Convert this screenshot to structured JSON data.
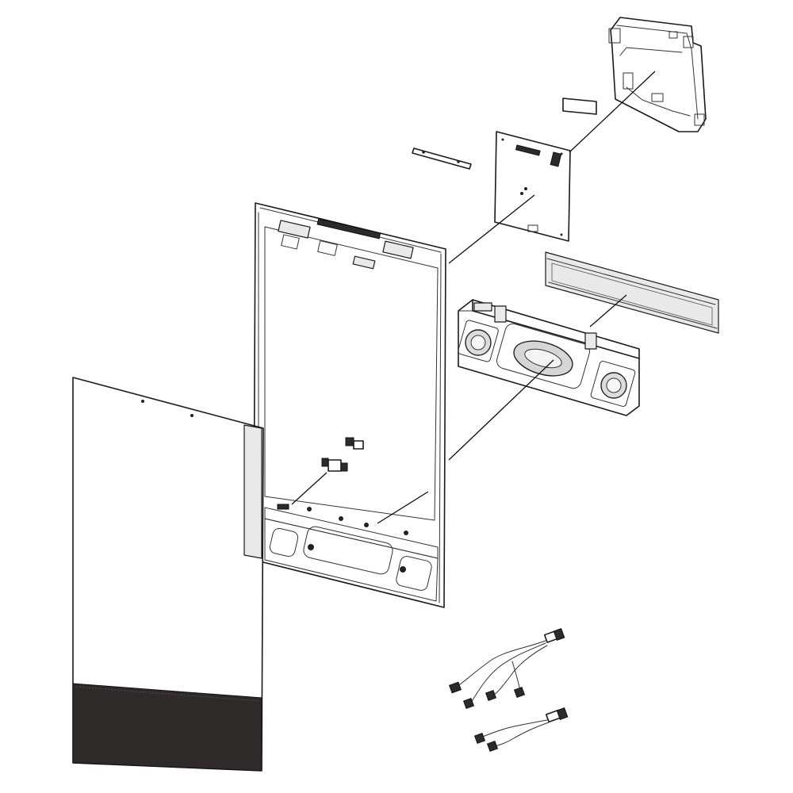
{
  "diagram": {
    "parts": [
      "outer-glass-panel",
      "door-frame",
      "rear-bracket-housing",
      "small-label-plate",
      "narrow-bracket-strip",
      "control-board",
      "light-bar-cover",
      "speaker-assembly",
      "main-wire-harness",
      "secondary-wire-harness"
    ]
  }
}
